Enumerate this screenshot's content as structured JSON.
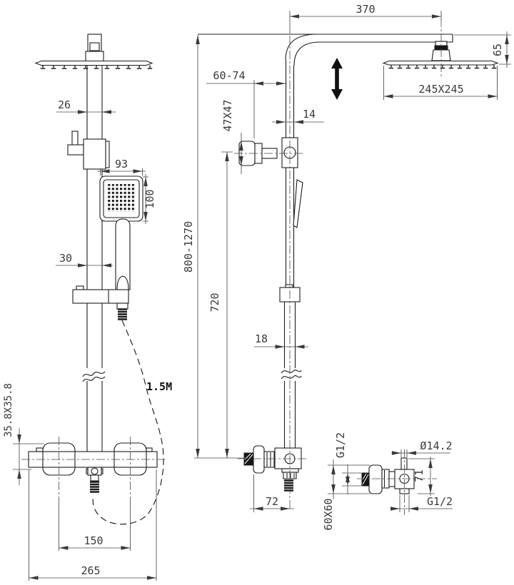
{
  "drawing": {
    "kind": "technical drawing",
    "product": "thermostatic shower column with overhead and hand shower",
    "line_color": "#1c1c1c",
    "dim_color": "#3a3a3a"
  },
  "dims": {
    "front": {
      "riser_upper_width": "26",
      "handset_width": "93",
      "handset_height": "100",
      "riser_lower_width": "30",
      "hose_length": "1.5M",
      "valve_section": "35.8X35.8",
      "inlet_spacing": "150",
      "valve_width": "265"
    },
    "side": {
      "arm_reach": "370",
      "head_drop": "65",
      "head_size": "245X245",
      "wall_offset": "60-74",
      "bracket_size": "47X47",
      "upper_tube": "14",
      "overall_height": "800-1270",
      "riser_travel": "720",
      "lower_tube": "18",
      "valve_depth": "72"
    },
    "detail": {
      "inlet_thread": "G1/2",
      "spigot_diameter": "Ø14.2",
      "valve_height": "71",
      "outlet_thread": "G1/2",
      "plate_size": "60X60"
    }
  }
}
